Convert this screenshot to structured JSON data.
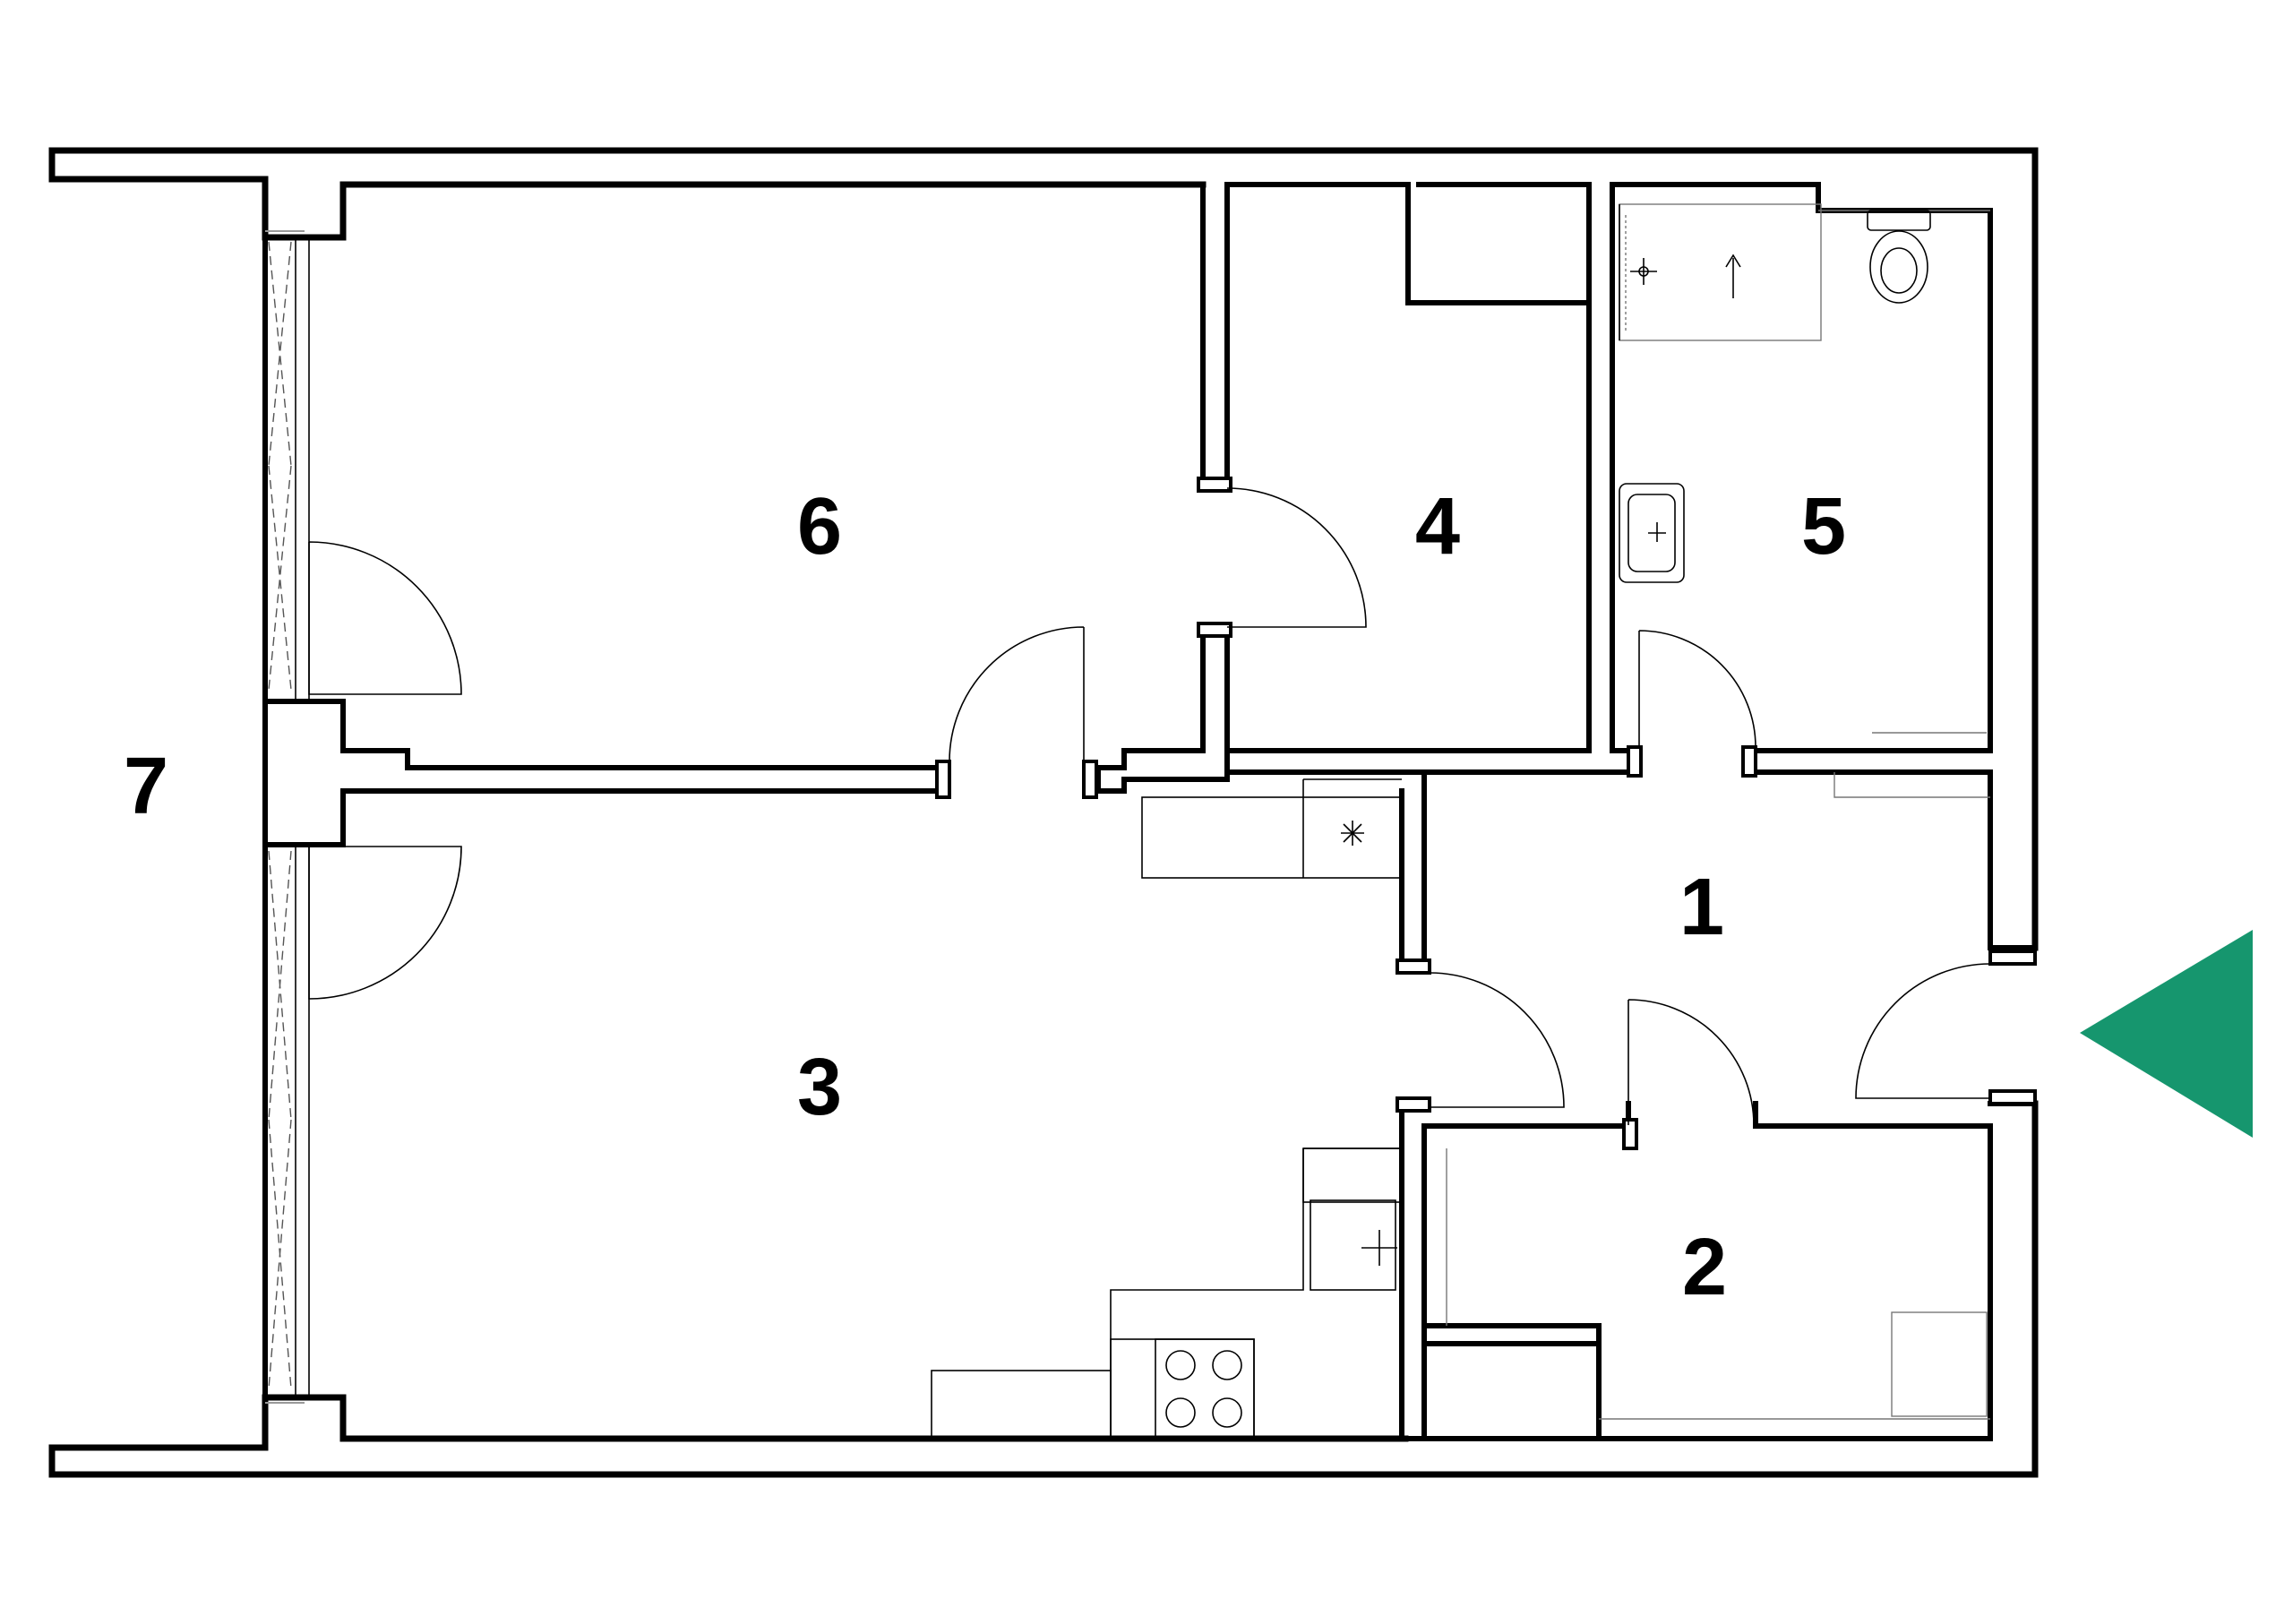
{
  "rooms": [
    {
      "id": "r1",
      "number": "1"
    },
    {
      "id": "r2",
      "number": "2"
    },
    {
      "id": "r3",
      "number": "3"
    },
    {
      "id": "r4",
      "number": "4"
    },
    {
      "id": "r5",
      "number": "5"
    },
    {
      "id": "r6",
      "number": "6"
    },
    {
      "id": "r7",
      "number": "7"
    }
  ],
  "entrance_marker": {
    "icon": "entrance-arrow-icon",
    "color": "#16966e"
  },
  "colors": {
    "walls": "#000000",
    "background": "#ffffff",
    "fixtures": "#000000"
  }
}
